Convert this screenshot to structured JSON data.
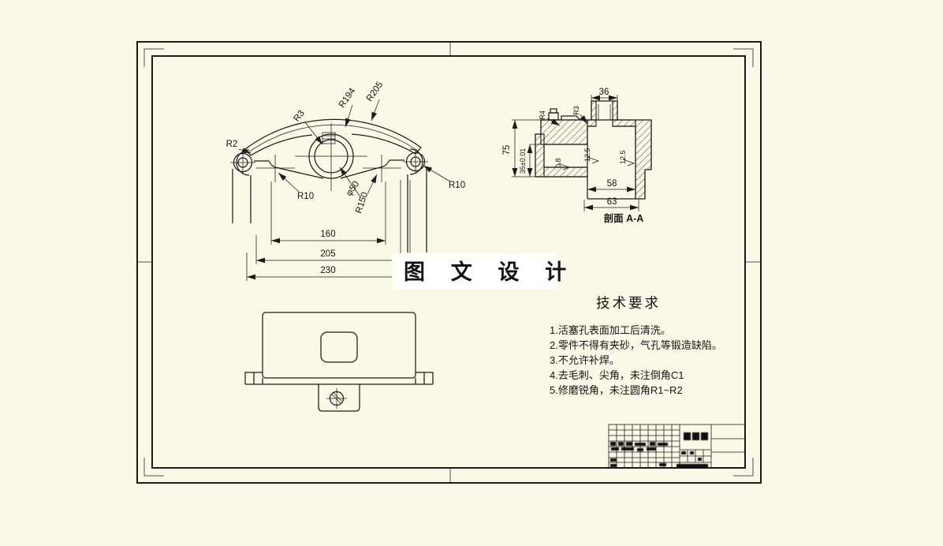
{
  "page": {
    "background_color": "#FCF8E7",
    "line_color": "#1b1b1b"
  },
  "watermark": {
    "text": "图 文 设 计"
  },
  "main_view": {
    "labels": {
      "r2": "R2",
      "r3": "R3",
      "r194": "R194",
      "r205": "R205",
      "r10_left": "R10",
      "r10_right": "R10",
      "phi50": "φ50",
      "r150": "R150",
      "d160": "160",
      "d205": "205",
      "d230": "230"
    }
  },
  "section_view": {
    "label": "剖面 A-A",
    "labels": {
      "d36": "36",
      "d75": "75",
      "d35": "35±0.01",
      "d58": "58",
      "d63": "63",
      "r3": "R3",
      "r4": "R4",
      "rough_left": "0.8",
      "rough_mid": "12.5",
      "rough_right": "12.5"
    }
  },
  "tech_requirements": {
    "title": "技术要求",
    "notes": [
      "1.活塞孔表面加工后清洗。",
      "2.零件不得有夹砂，气孔等锻造缺陷。",
      "3.不允许补焊。",
      "4.去毛刺、尖角，未注倒角C1",
      "5.修磨锐角，未注圆角R1~R2"
    ]
  }
}
